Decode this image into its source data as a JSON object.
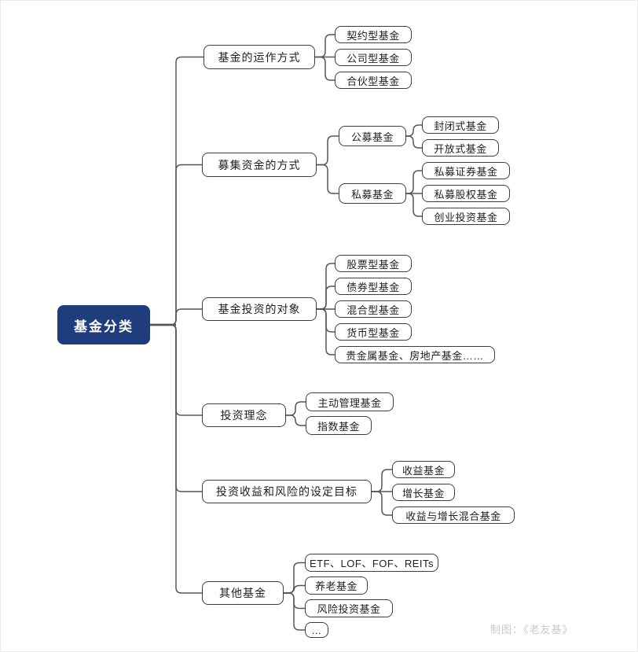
{
  "root": {
    "label": "基金分类"
  },
  "branches": [
    {
      "label": "基金的运作方式",
      "children": [
        {
          "label": "契约型基金"
        },
        {
          "label": "公司型基金"
        },
        {
          "label": "合伙型基金"
        }
      ]
    },
    {
      "label": "募集资金的方式",
      "children": [
        {
          "label": "公募基金",
          "children": [
            {
              "label": "封闭式基金"
            },
            {
              "label": "开放式基金"
            }
          ]
        },
        {
          "label": "私募基金",
          "children": [
            {
              "label": "私募证券基金"
            },
            {
              "label": "私募股权基金"
            },
            {
              "label": "创业投资基金"
            }
          ]
        }
      ]
    },
    {
      "label": "基金投资的对象",
      "children": [
        {
          "label": "股票型基金"
        },
        {
          "label": "债券型基金"
        },
        {
          "label": "混合型基金"
        },
        {
          "label": "货币型基金"
        },
        {
          "label": "贵金属基金、房地产基金……"
        }
      ]
    },
    {
      "label": "投资理念",
      "children": [
        {
          "label": "主动管理基金"
        },
        {
          "label": "指数基金"
        }
      ]
    },
    {
      "label": "投资收益和风险的设定目标",
      "children": [
        {
          "label": "收益基金"
        },
        {
          "label": "增长基金"
        },
        {
          "label": "收益与增长混合基金"
        }
      ]
    },
    {
      "label": "其他基金",
      "children": [
        {
          "label": "ETF、LOF、FOF、REITs"
        },
        {
          "label": "养老基金"
        },
        {
          "label": "风险投资基金"
        },
        {
          "label": "…"
        }
      ]
    }
  ],
  "credit": "制图：《老友基》",
  "colors": {
    "root_bg": "#1f3c7c",
    "root_text": "#ffffff",
    "box_border": "#3e3e3e",
    "wire": "#565656",
    "credit": "#c9c9c9"
  }
}
